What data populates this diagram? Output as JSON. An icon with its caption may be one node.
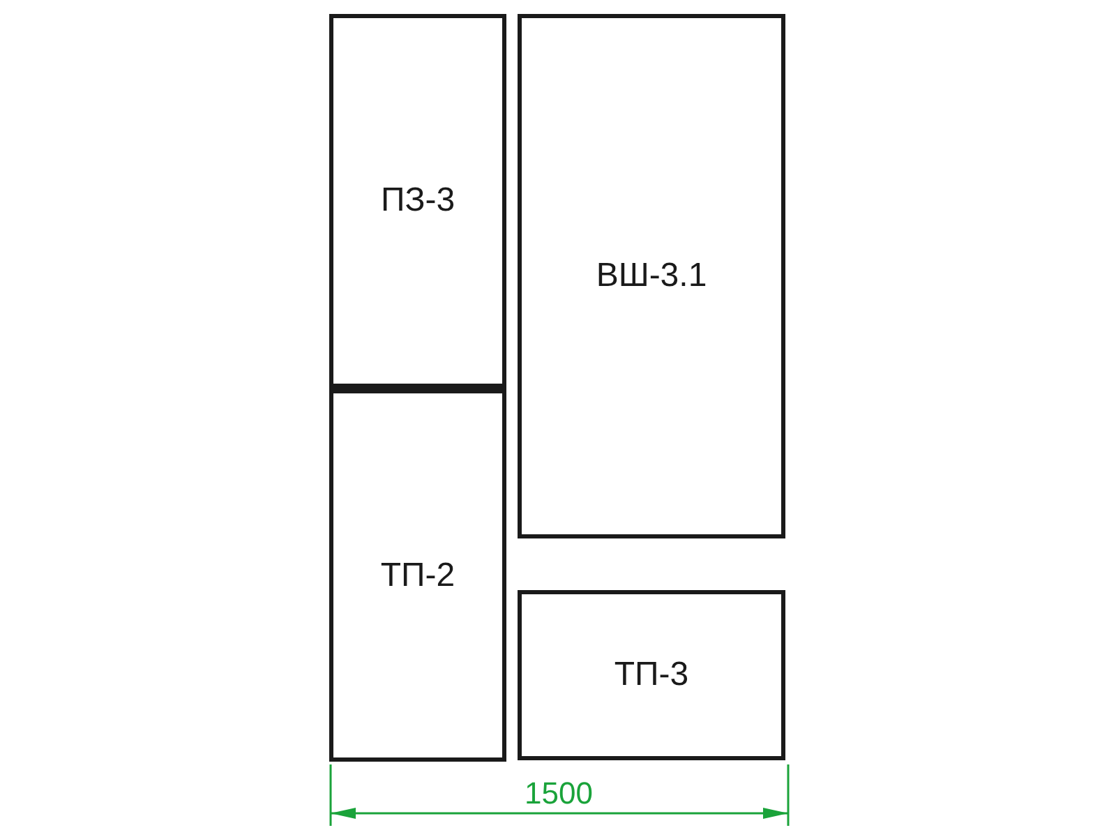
{
  "diagram": {
    "nodes": [
      {
        "text": [
          "ПЗ-3"
        ]
      },
      {
        "text": [
          "ТП-2"
        ]
      },
      {
        "text": [
          "ВШ-3.1"
        ]
      },
      {
        "text": [
          "ТП-3"
        ]
      }
    ],
    "labels": [
      "1500"
    ]
  }
}
